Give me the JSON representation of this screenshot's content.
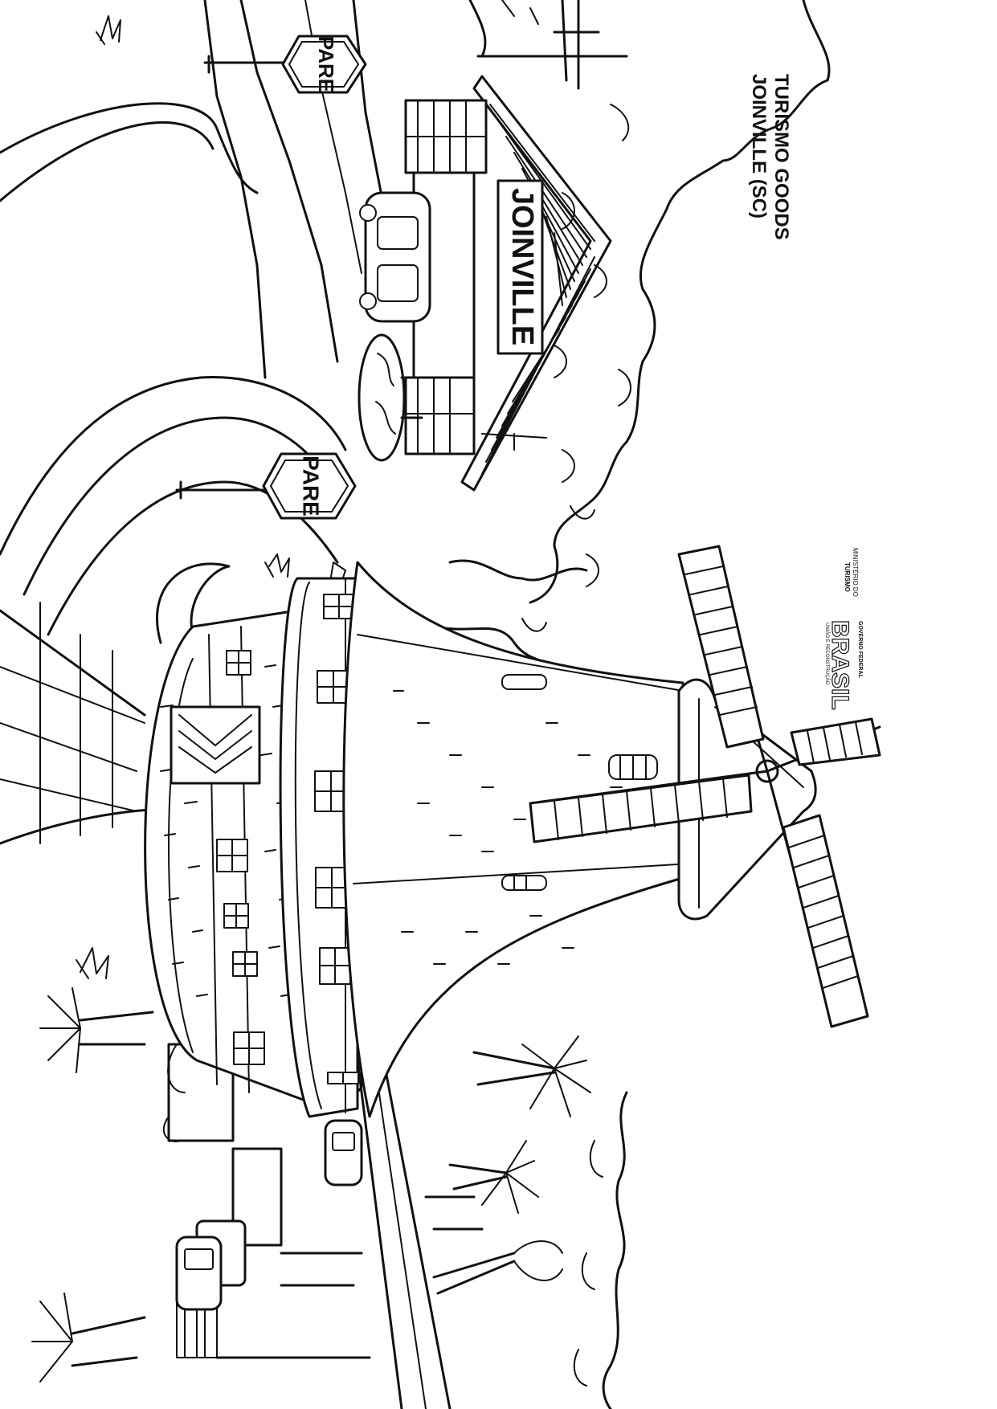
{
  "header": {
    "line1": "TURISMO GOODS",
    "line2": "JOINVILLE (SC)"
  },
  "signs": {
    "stop_top": "PARE",
    "stop_middle": "PARE",
    "arch": "JOINVILLE"
  },
  "logo": {
    "ministry_line1": "MINISTÉRIO DO",
    "ministry_line2": "TURISMO",
    "gov_line": "GOVERNO FEDERAL",
    "brasil": "BRASIL",
    "tagline": "UNIÃO E RECONSTRUÇÃO"
  },
  "style": {
    "ink": "#111111",
    "paper": "#ffffff"
  }
}
